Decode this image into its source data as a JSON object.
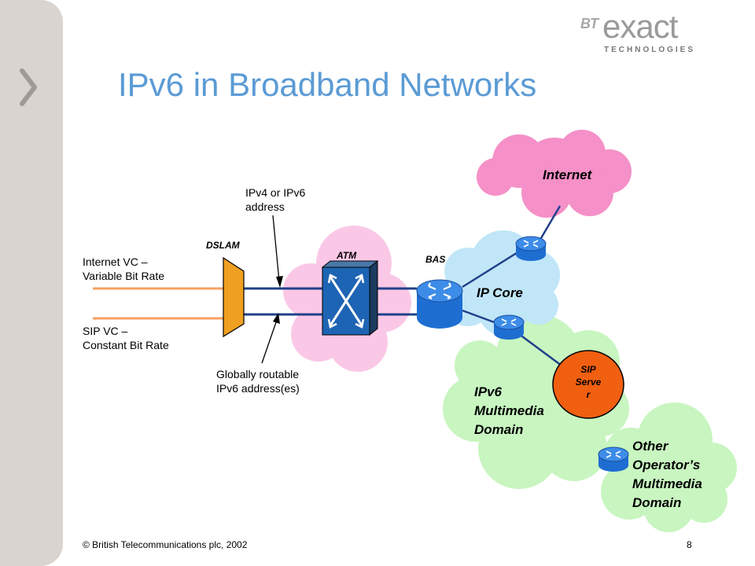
{
  "logo": {
    "bt": "BT",
    "exact": "exact",
    "technologies": "TECHNOLOGIES"
  },
  "title": "IPv6 in Broadband Networks",
  "labels": {
    "internet_vc": [
      "Internet VC –",
      "Variable Bit Rate"
    ],
    "sip_vc": [
      "SIP VC –",
      "Constant Bit Rate"
    ],
    "ipv4_ipv6": [
      "IPv4 or IPv6",
      "address"
    ],
    "global_ipv6": [
      "Globally routable",
      "IPv6 address(es)"
    ],
    "dslam": "DSLAM",
    "atm": "ATM",
    "bas": "BAS"
  },
  "clouds": {
    "internet": "Internet",
    "ip_core": "IP Core",
    "ipv6_domain": [
      "IPv6",
      "Multimedia",
      "Domain"
    ],
    "other_domain": [
      "Other",
      "Operator’s",
      "Multimedia",
      "Domain"
    ]
  },
  "sip_server": [
    "SIP",
    "Serve",
    "r"
  ],
  "footer": {
    "copyright": "© British Telecommunications plc, 2002",
    "page": "8"
  },
  "colors": {
    "title": "#5b9bd5",
    "internet_cloud": "#f590c8",
    "atm_cloud": "#fac8e6",
    "ip_core_cloud": "#c0e6f8",
    "multimedia_cloud": "#c8f5c0",
    "dslam": "#f0a020",
    "sip_server": "#f06010",
    "router": "#1e6ed2",
    "vc_line": "#f5a060"
  }
}
